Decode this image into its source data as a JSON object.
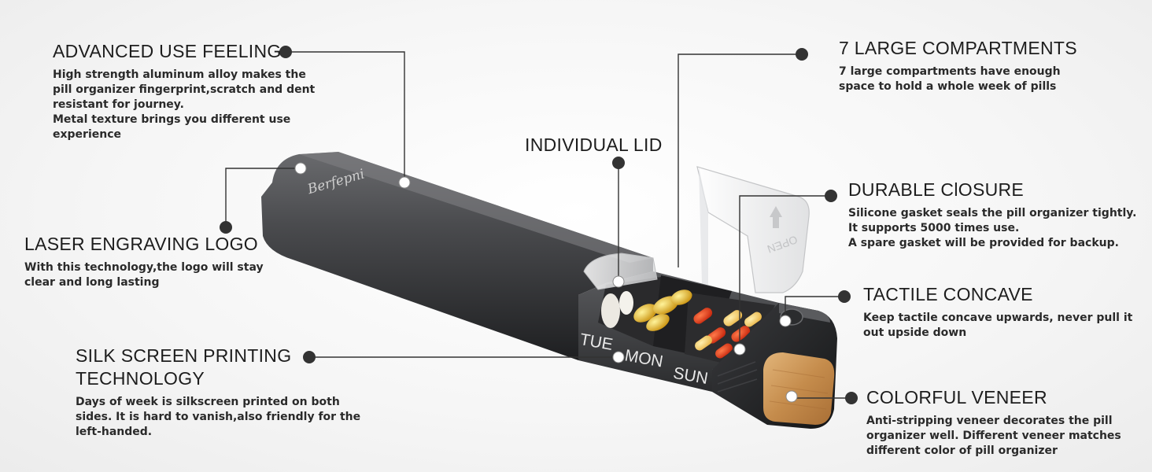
{
  "brand": "Berfepni",
  "features": [
    {
      "id": "advanced-use-feeling",
      "title": [
        "ADVANCED USE FEELING"
      ],
      "desc": [
        "High strength aluminum alloy makes the",
        "pill organizer fingerprint,scratch and dent",
        "resistant for journey.",
        "Metal texture brings you different use",
        "experience"
      ]
    },
    {
      "id": "laser-engraving-logo",
      "title": [
        "LASER ENGRAVING LOGO"
      ],
      "desc": [
        "With this technology,the logo will stay",
        "clear and long lasting"
      ]
    },
    {
      "id": "silk-screen-printing",
      "title": [
        "SILK SCREEN PRINTING",
        "TECHNOLOGY"
      ],
      "desc": [
        "Days of week is silkscreen printed on both",
        "sides. It is hard to vanish,also friendly for the",
        "left-handed."
      ]
    },
    {
      "id": "individual-lid",
      "title": [
        "INDIVIDUAL LID"
      ],
      "desc": []
    },
    {
      "id": "large-compartments",
      "title": [
        "7 LARGE COMPARTMENTS"
      ],
      "desc": [
        "7 large compartments have enough",
        "space to hold a whole week of pills"
      ]
    },
    {
      "id": "durable-closure",
      "title": [
        "DURABLE ClOSURE"
      ],
      "desc": [
        "Silicone gasket seals the pill organizer tightly.",
        "It supports 5000 times use.",
        "A spare gasket will be provided for backup."
      ]
    },
    {
      "id": "tactile-concave",
      "title": [
        "TACTILE CONCAVE"
      ],
      "desc": [
        "Keep tactile concave upwards, never pull it",
        "out upside down"
      ]
    },
    {
      "id": "colorful-veneer",
      "title": [
        "COLORFUL VENEER"
      ],
      "desc": [
        "Anti-stripping veneer decorates the pill",
        "organizer well. Different veneer matches",
        "different color of pill organizer"
      ]
    }
  ],
  "days": [
    "TUE",
    "MON",
    "SUN"
  ],
  "lid_text": "OPEN"
}
